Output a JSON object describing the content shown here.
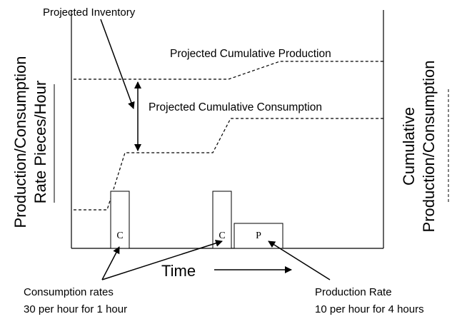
{
  "labels": {
    "projected_inventory": "Projected Inventory",
    "projected_cumulative_production": "Projected Cumulative Production",
    "projected_cumulative_consumption": "Projected Cumulative Consumption",
    "left_axis_line1": "Production/Consumption",
    "left_axis_line2": "Rate Pieces/Hour",
    "right_axis_line1": "Cumulative",
    "right_axis_line2": "Production/Consumption",
    "x_axis": "Time",
    "consumption_note_line1": "Consumption rates",
    "consumption_note_line2": "30 per hour for 1 hour",
    "production_note_line1": "Production Rate",
    "production_note_line2": "10 per hour for 4 hours"
  },
  "bars": {
    "consumption_1": "C",
    "consumption_2": "C",
    "production": "P"
  }
}
